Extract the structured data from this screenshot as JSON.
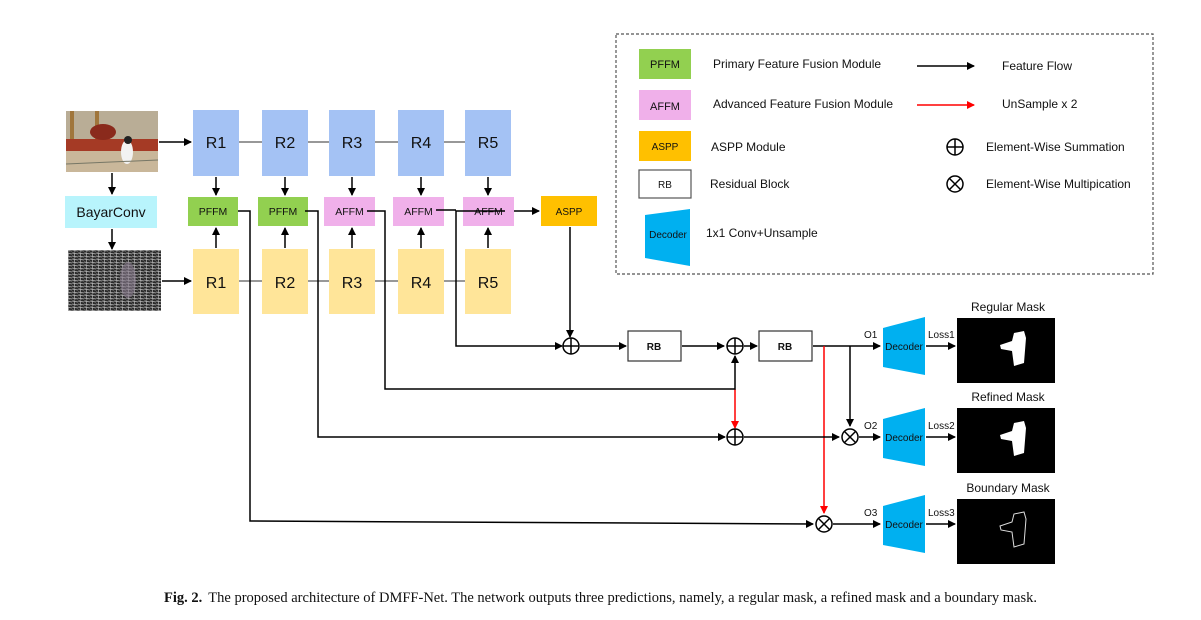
{
  "figure": {
    "caption_label": "Fig. 2.",
    "caption_text": "The proposed architecture of DMFF-Net. The network outputs three predictions, namely, a regular mask, a refined mask and a boundary mask."
  },
  "colors": {
    "rgb_stream": "#a4c2f4",
    "noise_stream": "#ffe599",
    "pffm": "#92d050",
    "affm": "#f0b0ea",
    "aspp": "#ffc000",
    "bayar": "#b8f4fc",
    "decoder": "#00b0f0",
    "feature_flow": "#000000",
    "upsample": "#ff0000",
    "legend_border": "#555555"
  },
  "inputs": {
    "rgb_image": "input-image-penguin",
    "noise_image": "bayar-noise-residual-image",
    "bayarconv_label": "BayarConv"
  },
  "rgb_stream": [
    "R1",
    "R2",
    "R3",
    "R4",
    "R5"
  ],
  "noise_stream": [
    "R1",
    "R2",
    "R3",
    "R4",
    "R5"
  ],
  "fusion_modules": [
    "PFFM",
    "PFFM",
    "AFFM",
    "AFFM",
    "AFFM"
  ],
  "aspp_label": "ASPP",
  "rb_labels": [
    "RB",
    "RB"
  ],
  "outputs": [
    {
      "port": "O1",
      "decoder": "Decoder",
      "loss": "Loss1",
      "title": "Regular Mask"
    },
    {
      "port": "O2",
      "decoder": "Decoder",
      "loss": "Loss2",
      "title": "Refined Mask"
    },
    {
      "port": "O3",
      "decoder": "Decoder",
      "loss": "Loss3",
      "title": "Boundary Mask"
    }
  ],
  "legend": {
    "items": [
      {
        "swatch": "PFFM",
        "text": "Primary Feature Fusion Module"
      },
      {
        "swatch": "AFFM",
        "text": "Advanced Feature Fusion Module"
      },
      {
        "swatch": "ASPP",
        "text": "ASPP Module"
      },
      {
        "swatch": "RB",
        "text": "Residual Block"
      },
      {
        "swatch": "Decoder",
        "text": "1x1 Conv+Unsample"
      }
    ],
    "flows": [
      {
        "icon": "black-arrow",
        "text": "Feature Flow"
      },
      {
        "icon": "red-arrow",
        "text": "UnSample x 2"
      },
      {
        "icon": "circle-plus",
        "text": "Element-Wise Summation"
      },
      {
        "icon": "circle-times",
        "text": "Element-Wise Multipication"
      }
    ]
  }
}
